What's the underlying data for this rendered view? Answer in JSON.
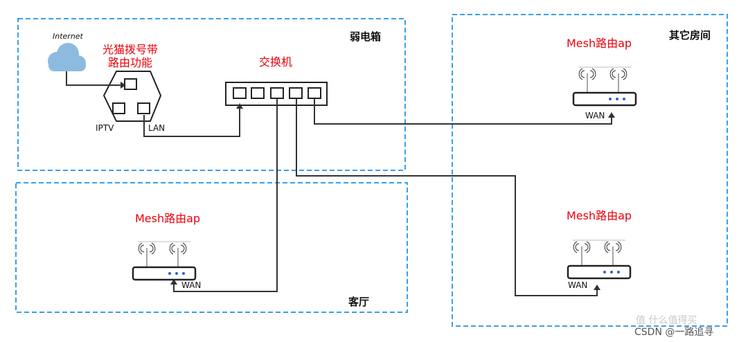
{
  "zones": {
    "weak_box": "弱电箱",
    "other_rooms": "其它房间",
    "living_room": "客厅"
  },
  "modem": {
    "title_line1": "光猫拨号带",
    "title_line2": "路由功能",
    "internet_label": "Internet",
    "iptv_label": "IPTV",
    "lan_label": "LAN"
  },
  "switch": {
    "label": "交换机"
  },
  "routers": {
    "top_right": {
      "label": "Mesh路由ap",
      "port_label": "WAN"
    },
    "bottom_right": {
      "label": "Mesh路由ap",
      "port_label": "WAN"
    },
    "living": {
      "label": "Mesh路由ap",
      "port_label": "WAN"
    }
  },
  "watermark": {
    "text1": "值 什么值得买",
    "text2": "CSDN @一路追寻"
  },
  "colors": {
    "zone_border": "#3a9ee8",
    "label_red": "#e8000b",
    "cloud": "#8dbbe0",
    "led": "#2f5fd0"
  }
}
